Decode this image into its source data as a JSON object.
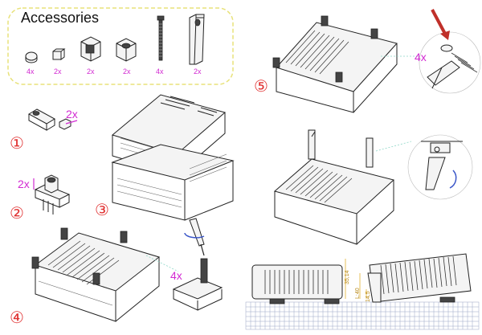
{
  "accessories": {
    "title": "Accessories",
    "counts": [
      "4x",
      "2x",
      "2x",
      "2x",
      "4x",
      "2x"
    ],
    "border_color": "#e8e27a"
  },
  "steps": {
    "s1": {
      "num": "①",
      "qty": "2x"
    },
    "s2": {
      "num": "②",
      "qty": "2x"
    },
    "s3": {
      "num": "③"
    },
    "s4": {
      "num": "④",
      "qty": "4x"
    },
    "s5": {
      "num": "⑤",
      "qty": "4x"
    }
  },
  "dimensions": [
    "35,14",
    "L:40",
    "14,5"
  ],
  "colors": {
    "step_red": "#e03030",
    "qty_magenta": "#d22ad2",
    "arrow_red": "#c0302a",
    "arrow_blue": "#3a56c8"
  }
}
